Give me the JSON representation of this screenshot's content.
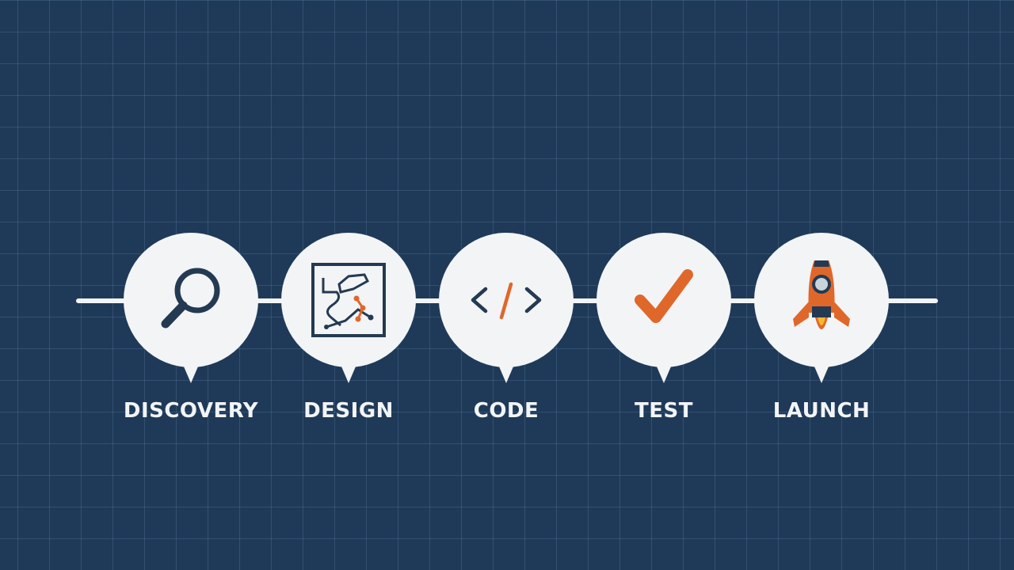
{
  "colors": {
    "background": "#1f3a58",
    "grid": "#4a6a8c",
    "bubble": "#f2f4f6",
    "icon_dark": "#243a52",
    "accent_orange": "#e0672a",
    "flame_yellow": "#f5b82e"
  },
  "steps": [
    {
      "label": "DISCOVERY",
      "icon": "magnifier-icon"
    },
    {
      "label": "DESIGN",
      "icon": "design-sketch-icon"
    },
    {
      "label": "CODE",
      "icon": "code-brackets-icon"
    },
    {
      "label": "TEST",
      "icon": "checkmark-icon"
    },
    {
      "label": "LAUNCH",
      "icon": "rocket-icon"
    }
  ]
}
